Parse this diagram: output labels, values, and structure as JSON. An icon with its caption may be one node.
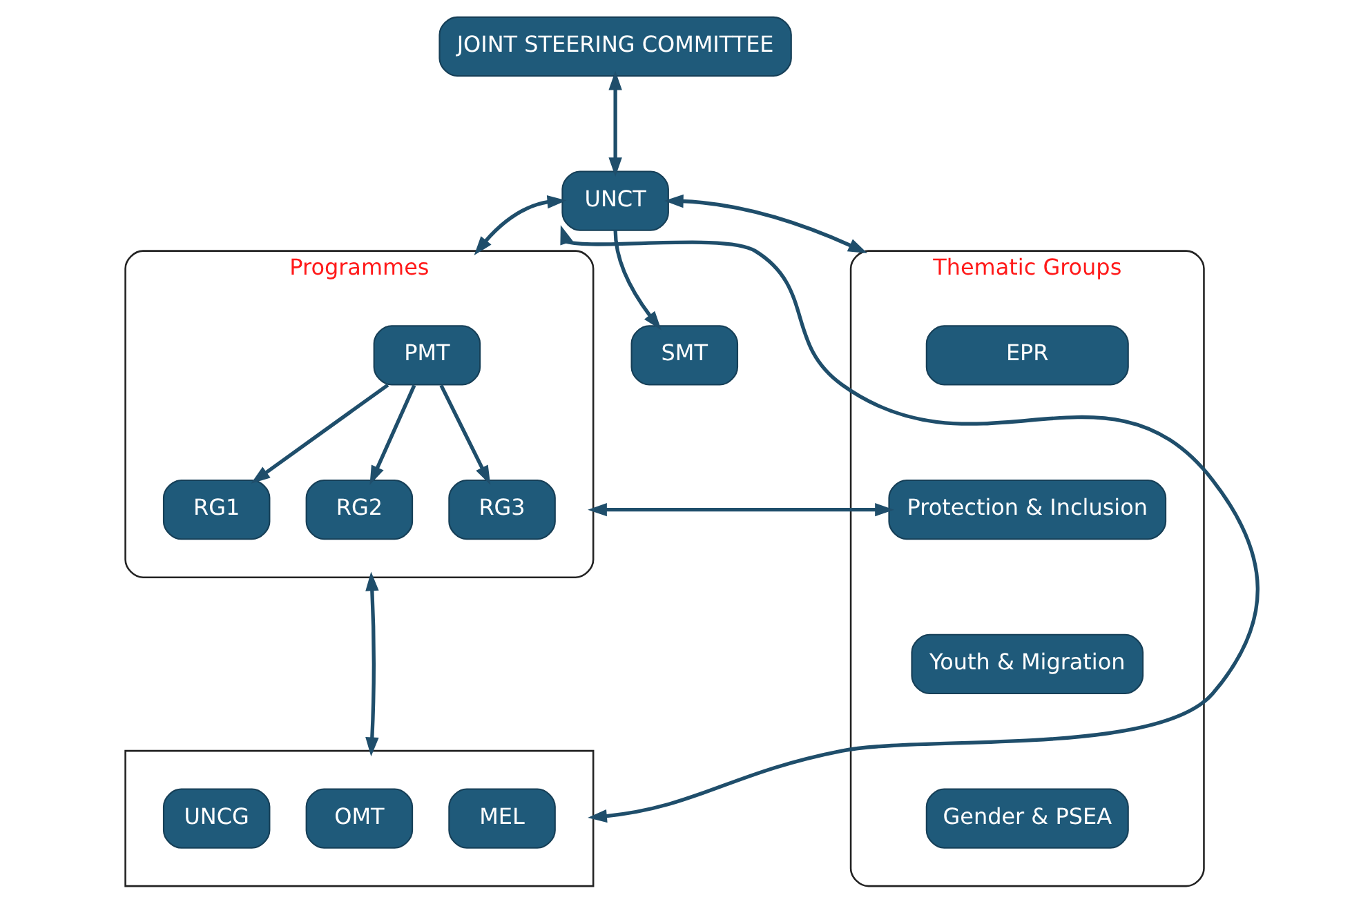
{
  "diagram": {
    "nodes": [
      {
        "text": [
          "JOINT STEERING COMMITTEE"
        ]
      },
      {
        "text": [
          "UNCT"
        ]
      },
      {
        "text": [
          "SMT"
        ]
      },
      {
        "text": [
          "Programmes"
        ]
      },
      {
        "text": [
          "PMT"
        ],
        "in": 3
      },
      {
        "text": [
          "RG1"
        ],
        "in": 3
      },
      {
        "text": [
          "RG2"
        ],
        "in": 3
      },
      {
        "text": [
          "RG3"
        ],
        "in": 3
      },
      {
        "text": [],
        "shape": "box"
      },
      {
        "text": [
          "UNCG"
        ],
        "in": 8
      },
      {
        "text": [
          "OMT"
        ],
        "in": 8
      },
      {
        "text": [
          "MEL"
        ],
        "in": 8
      },
      {
        "text": [
          "Thematic Groups"
        ]
      },
      {
        "text": [
          "EPR"
        ],
        "in": 12
      },
      {
        "text": [
          "Protection & Inclusion"
        ],
        "in": 12
      },
      {
        "text": [
          "Youth & Migration"
        ],
        "in": 12
      },
      {
        "text": [
          "Gender & PSEA"
        ],
        "in": 12
      }
    ],
    "edges": [
      {
        "from": 0,
        "to": 1,
        "arrow": "both"
      },
      {
        "from": 1,
        "to": 3,
        "arrow": "both"
      },
      {
        "from": 1,
        "to": 2,
        "arrow": "to"
      },
      {
        "from": 1,
        "to": 12,
        "arrow": "both"
      },
      {
        "from": 4,
        "to": 5,
        "arrow": "to"
      },
      {
        "from": 4,
        "to": 6,
        "arrow": "to"
      },
      {
        "from": 4,
        "to": 7,
        "arrow": "to"
      },
      {
        "from": 3,
        "to": 14,
        "arrow": "both"
      },
      {
        "from": 3,
        "to": 8,
        "arrow": "both"
      },
      {
        "from": 8,
        "to": 1,
        "arrow": "both"
      }
    ]
  }
}
